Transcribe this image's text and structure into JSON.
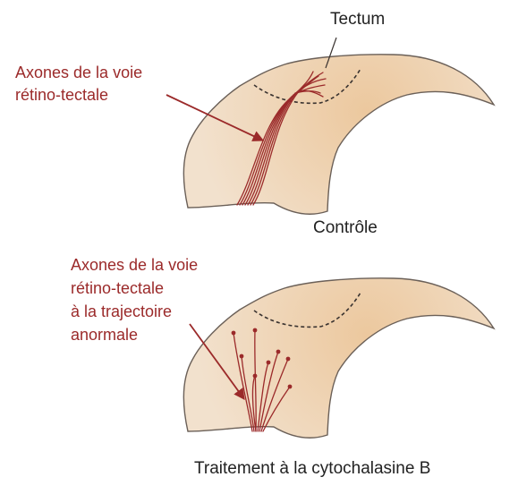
{
  "diagram": {
    "panels": [
      {
        "id": "control",
        "caption": "Contrôle",
        "structure_label": "Tectum",
        "axon_label_lines": [
          "Axones de la voie",
          "rétino-tectale"
        ]
      },
      {
        "id": "treated",
        "caption": "Traitement à la cytochalasine B",
        "axon_label_lines": [
          "Axones de la voie",
          "rétino-tectale",
          "à la trajectoire",
          "anormale"
        ]
      }
    ],
    "colors": {
      "tissue": "#f0dcc5",
      "tissue_center": "#ecc89e",
      "outline": "#6b6058",
      "axon": "#9b2a2a",
      "label_red": "#9b2a2a",
      "text": "#222222"
    }
  }
}
